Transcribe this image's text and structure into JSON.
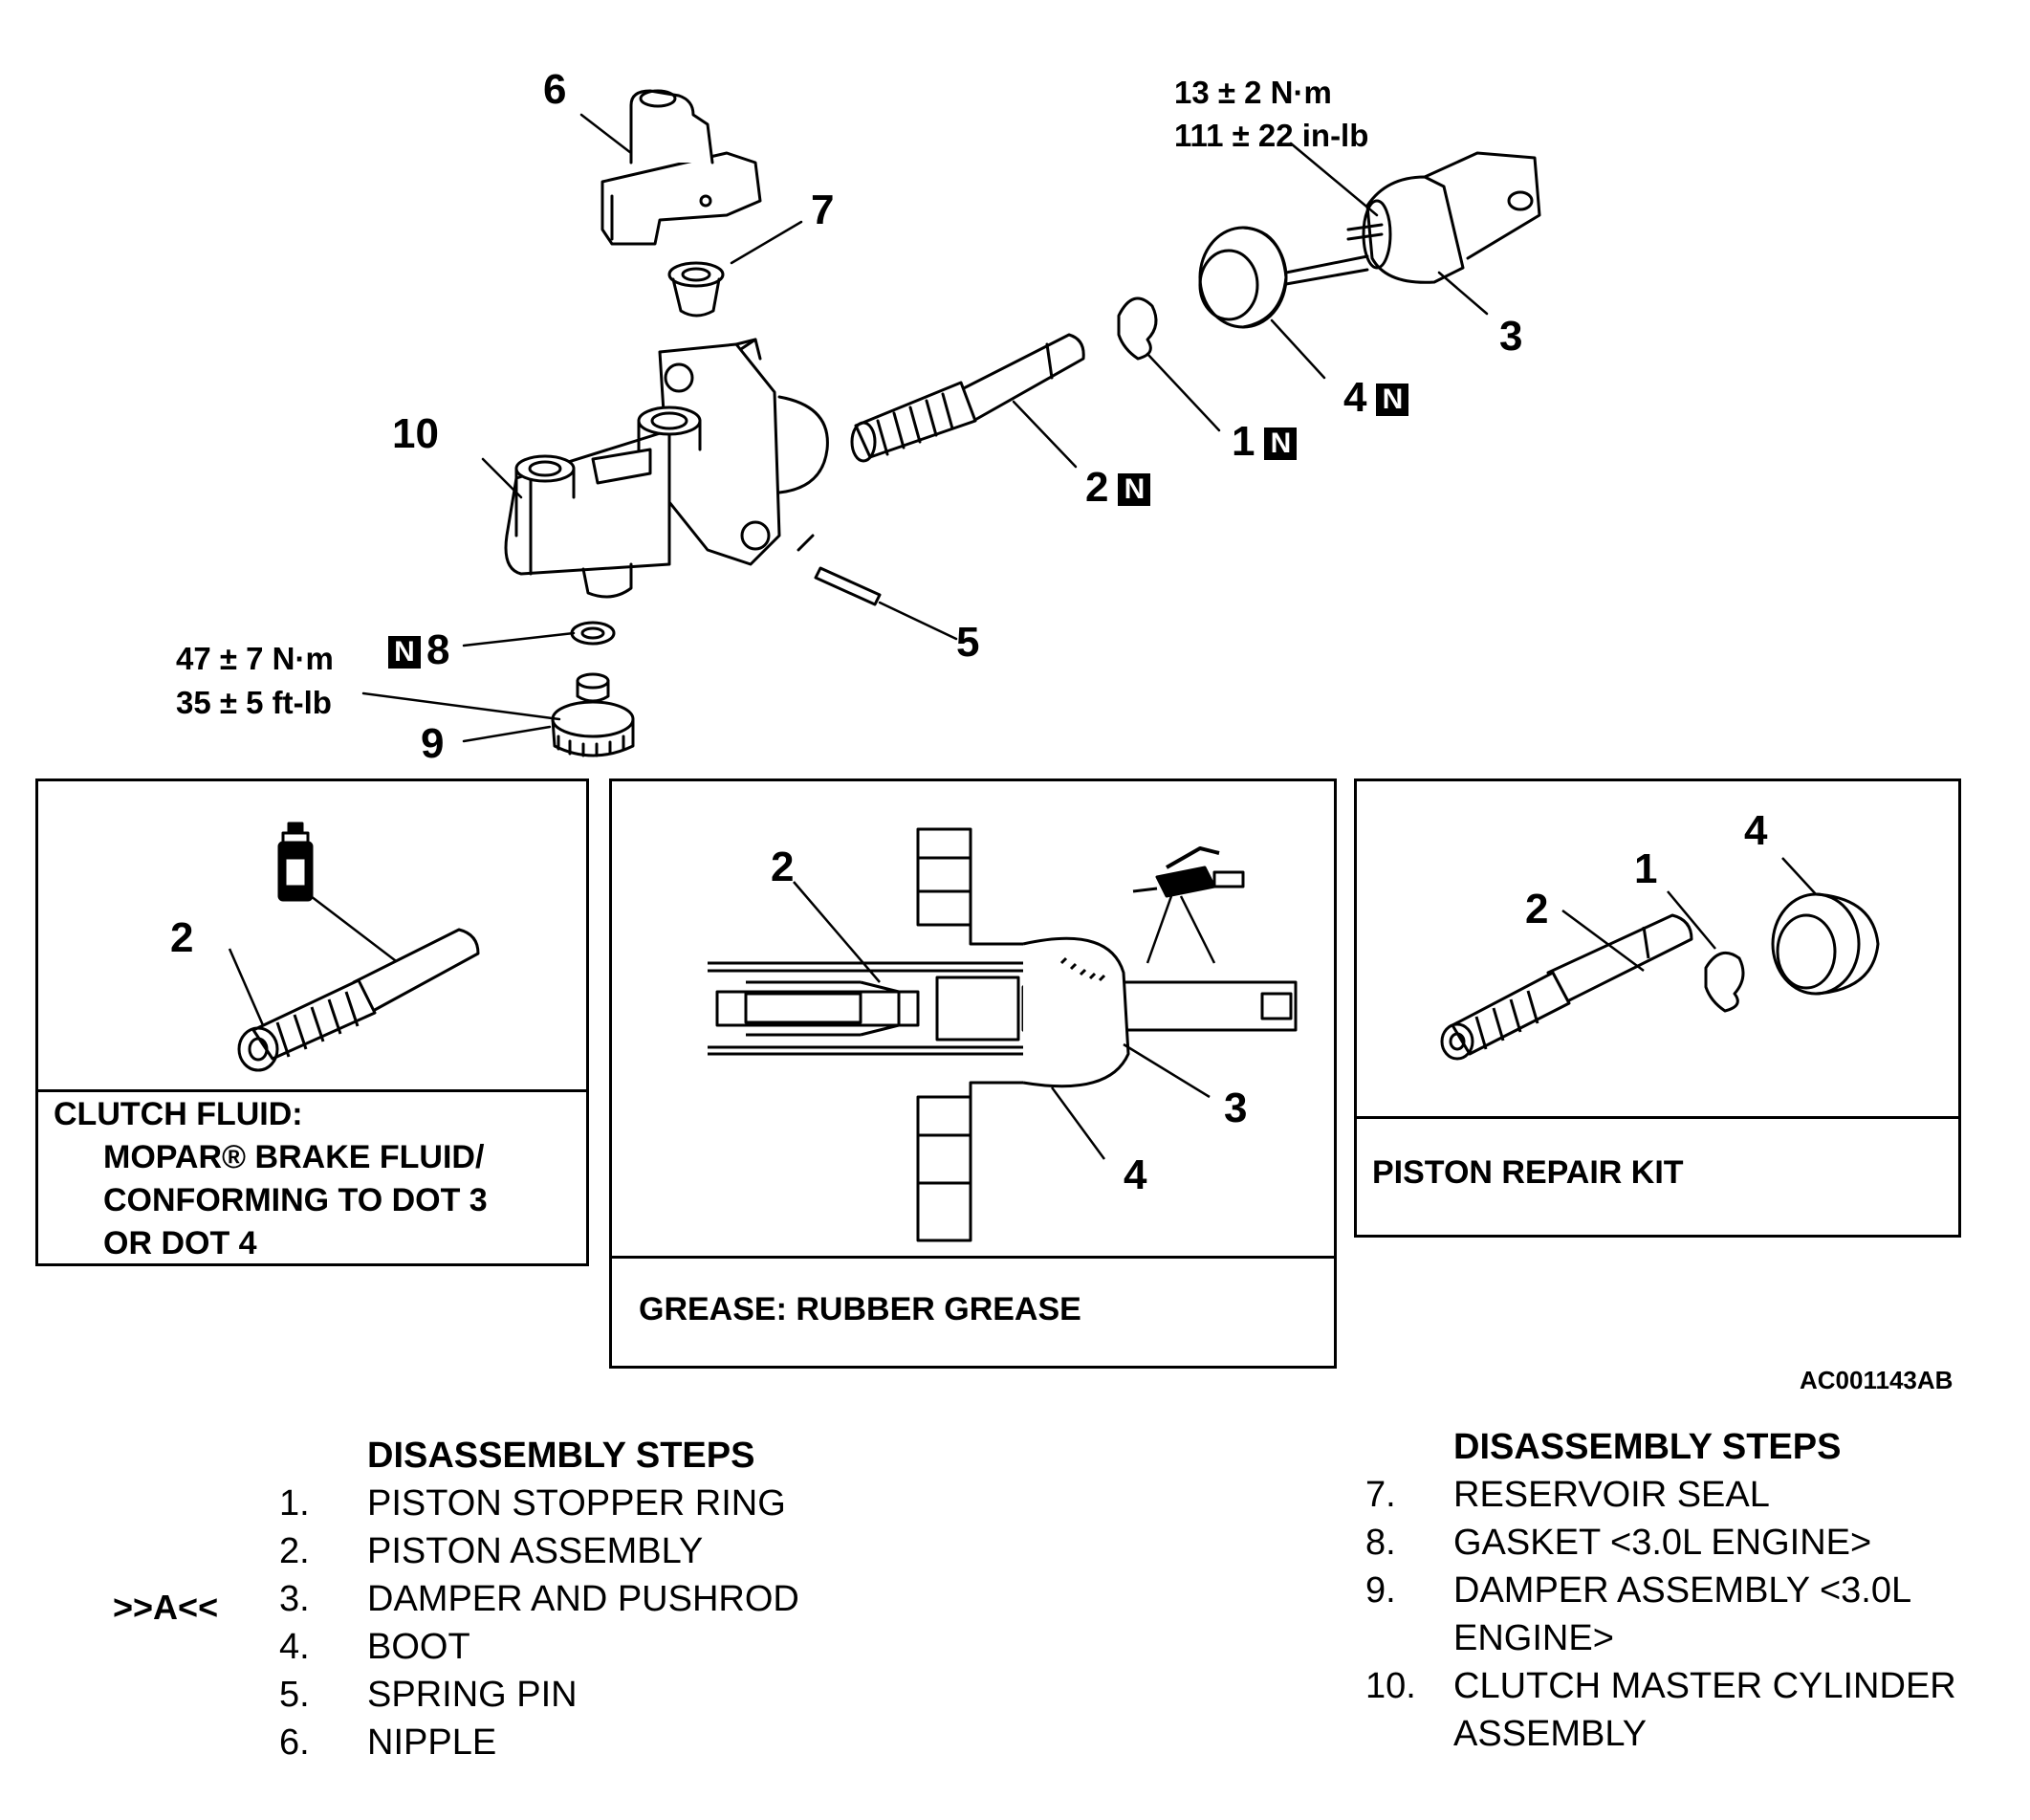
{
  "diagram": {
    "callouts": {
      "c1": "1",
      "c2": "2",
      "c3": "3",
      "c4": "4",
      "c5": "5",
      "c6": "6",
      "c7": "7",
      "c8": "8",
      "c9": "9",
      "c10": "10"
    },
    "new_part_mark": "N",
    "torque_top": [
      "13 ± 2 N·m",
      "111 ± 22 in-lb"
    ],
    "torque_bottom": [
      "47 ± 7 N·m",
      "35 ± 5 ft-lb"
    ]
  },
  "panels": {
    "fluid": {
      "callout": "2",
      "lines": [
        "CLUTCH FLUID:",
        "MOPAR® BRAKE FLUID/",
        "CONFORMING TO DOT 3",
        "OR DOT 4"
      ]
    },
    "grease": {
      "callouts": {
        "c2": "2",
        "c3": "3",
        "c4": "4"
      },
      "text": "GREASE: RUBBER GREASE"
    },
    "kit": {
      "callouts": {
        "c1": "1",
        "c2": "2",
        "c4": "4"
      },
      "text": "PISTON REPAIR KIT"
    }
  },
  "figure_code": "AC001143AB",
  "steps_left": {
    "title": "DISASSEMBLY STEPS",
    "marker": ">>A<<",
    "items": [
      {
        "num": "1.",
        "label": "PISTON STOPPER RING"
      },
      {
        "num": "2.",
        "label": "PISTON ASSEMBLY"
      },
      {
        "num": "3.",
        "label": "DAMPER AND PUSHROD"
      },
      {
        "num": "4.",
        "label": "BOOT"
      },
      {
        "num": "5.",
        "label": "SPRING PIN"
      },
      {
        "num": "6.",
        "label": "NIPPLE"
      }
    ]
  },
  "steps_right": {
    "title": "DISASSEMBLY STEPS",
    "items": [
      {
        "num": "7.",
        "label": "RESERVOIR SEAL"
      },
      {
        "num": "8.",
        "label": "GASKET <3.0L ENGINE>"
      },
      {
        "num": "9.",
        "label": "DAMPER ASSEMBLY <3.0L",
        "label2": "ENGINE>"
      },
      {
        "num": "10.",
        "label": "CLUTCH MASTER CYLINDER",
        "label2": "ASSEMBLY"
      }
    ]
  }
}
